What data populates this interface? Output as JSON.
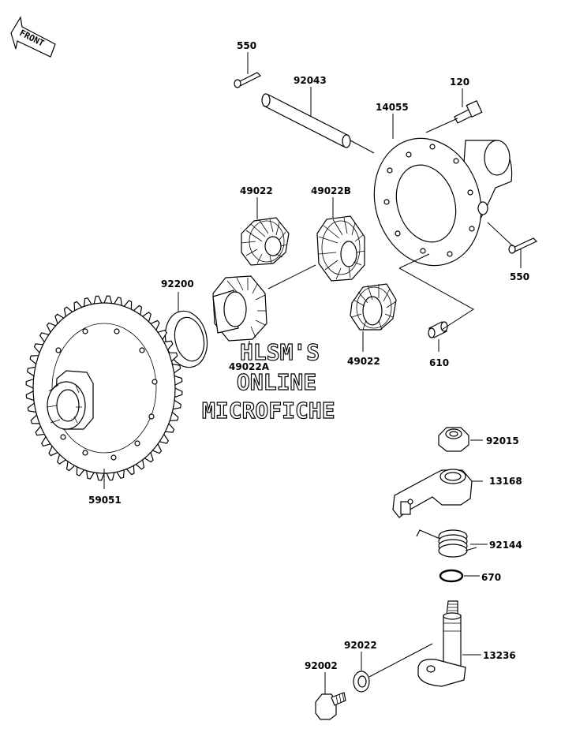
{
  "front_label": "FRONT",
  "watermark": {
    "line1": "HLSM'S",
    "line2": "ONLINE",
    "line3": "MICROFICHE"
  },
  "parts": {
    "p550a": "550",
    "p92043": "92043",
    "p120": "120",
    "p14055": "14055",
    "p49022a": "49022",
    "p49022b": "49022B",
    "p550b": "550",
    "p92200": "92200",
    "p49022A": "49022A",
    "p49022c": "49022",
    "p610": "610",
    "p59051": "59051",
    "p92015": "92015",
    "p13168": "13168",
    "p92144": "92144",
    "p670": "670",
    "p92022": "92022",
    "p92002": "92002",
    "p13236": "13236"
  }
}
